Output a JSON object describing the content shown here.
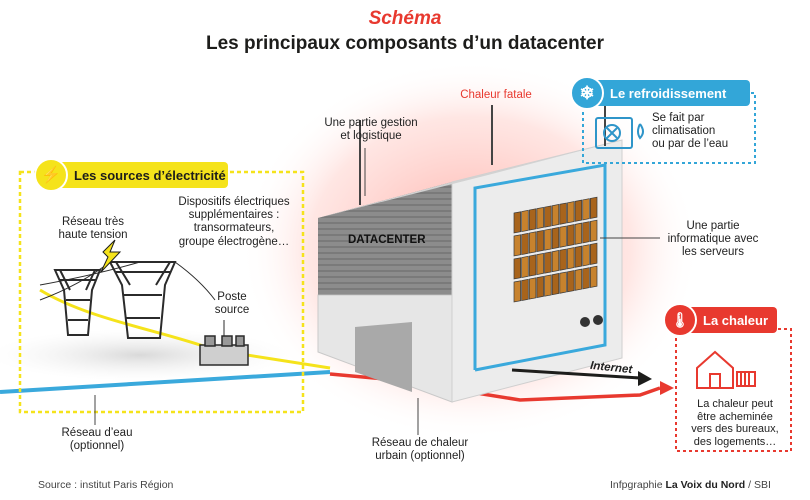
{
  "header": {
    "kicker": "Schéma",
    "title": "Les principaux composants d’un datacenter"
  },
  "building": {
    "label": "DATACENTER"
  },
  "callouts": {
    "gestion": "Une partie gestion\net logistique",
    "chaleur_fatale": "Chaleur fatale",
    "dispositifs": "Dispositifs électriques\nsupplémentaires :\ntransormateurs,\ngroupe électrogène…",
    "reseau_tension": "Réseau très\nhaute tension",
    "poste": "Poste\nsource",
    "informatique": "Une partie\ninformatique avec\nles serveurs",
    "internet": "Internet",
    "reseau_eau": "Réseau d’eau\n(optionnel)",
    "reseau_chaleur": "Réseau de chaleur\nurbain (optionnel)"
  },
  "panels": {
    "electricite": {
      "title": "Les sources d’électricité",
      "color": "#f5e31b",
      "icon": "lightning-icon"
    },
    "refroidissement": {
      "title": "Le refroidissement",
      "text": "Se fait par\nclimatisation\nou par de l’eau",
      "color": "#33a6d8",
      "icon": "snowflake-icon"
    },
    "chaleur": {
      "title": "La chaleur",
      "text": "La chaleur peut\nêtre acheminée\nvers des bureaux,\ndes logements…",
      "color": "#e8392f",
      "icon": "thermometer-icon"
    }
  },
  "footer": {
    "source": "Source : institut Paris Région",
    "credit_prefix": "Infpgraphie ",
    "credit_brand": "La Voix du Nord",
    "credit_suffix": " / SBI"
  },
  "colors": {
    "water": "#3aa9dc",
    "heat": "#e8392f",
    "electric": "#f5e31b",
    "cable": "#1d1d1b"
  }
}
